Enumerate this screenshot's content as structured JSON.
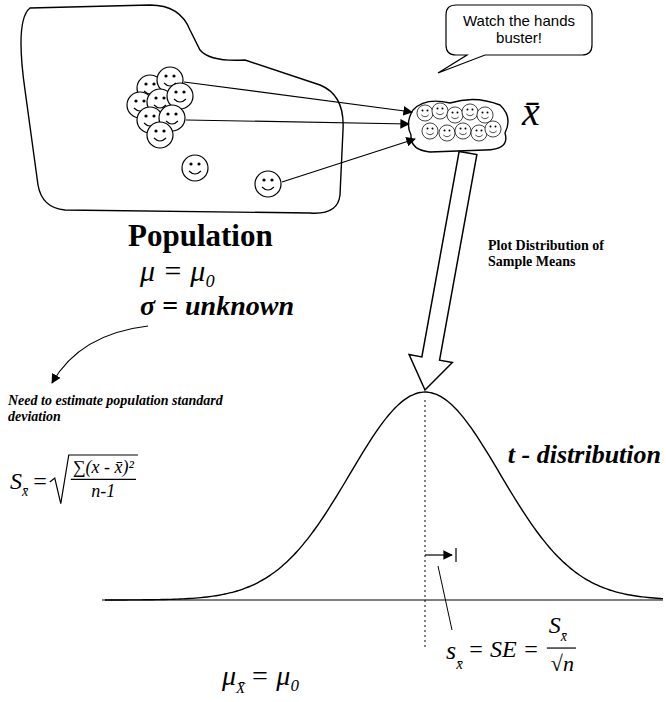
{
  "diagram": {
    "nodes": [
      {
        "text": [
          "Population",
          "μ = μ₀",
          "σ = unknown"
        ]
      },
      {
        "text": [
          "x̄"
        ]
      },
      {
        "text": [
          "Watch the hands buster!"
        ]
      },
      {
        "text": [
          "t - distribution"
        ]
      }
    ],
    "edges": [
      {
        "from": 0,
        "to": 1,
        "arrow": "to"
      },
      {
        "from": 0,
        "to": 1,
        "arrow": "to"
      },
      {
        "from": 0,
        "to": 1,
        "arrow": "to"
      },
      {
        "from": 1,
        "to": 3,
        "label": "Plot Distribution of Sample Means",
        "arrow": "to"
      }
    ],
    "labels": [
      "Need to estimate population standard deviation",
      "S",
      "x̄",
      "=",
      "∑(x - x̄)²",
      "n-1",
      "μ",
      "X̄",
      "= μ₀",
      "s",
      "x̄",
      "= SE =",
      "S",
      "x̄",
      "√n"
    ]
  }
}
